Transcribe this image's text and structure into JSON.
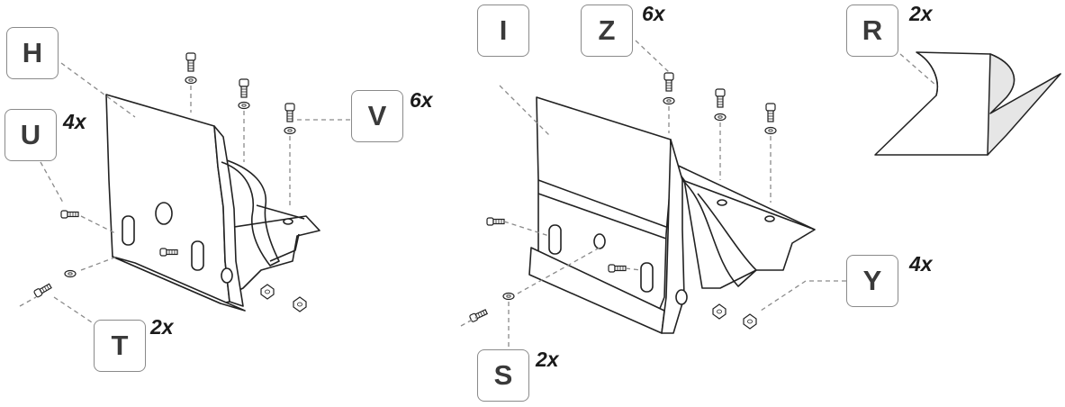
{
  "left_assembly": {
    "labels": [
      {
        "id": "H",
        "name": "label-h"
      },
      {
        "id": "U",
        "name": "label-u",
        "qty": "4x"
      },
      {
        "id": "V",
        "name": "label-v",
        "qty": "6x"
      },
      {
        "id": "T",
        "name": "label-t",
        "qty": "2x"
      }
    ]
  },
  "right_assembly": {
    "labels": [
      {
        "id": "I",
        "name": "label-i"
      },
      {
        "id": "Z",
        "name": "label-z",
        "qty": "6x"
      },
      {
        "id": "R",
        "name": "label-r",
        "qty": "2x"
      },
      {
        "id": "Y",
        "name": "label-y",
        "qty": "4x"
      },
      {
        "id": "S",
        "name": "label-s",
        "qty": "2x"
      }
    ]
  },
  "colors": {
    "line": "#222222",
    "leader": "#8a8a8a",
    "label_border": "#8a8a8a"
  }
}
